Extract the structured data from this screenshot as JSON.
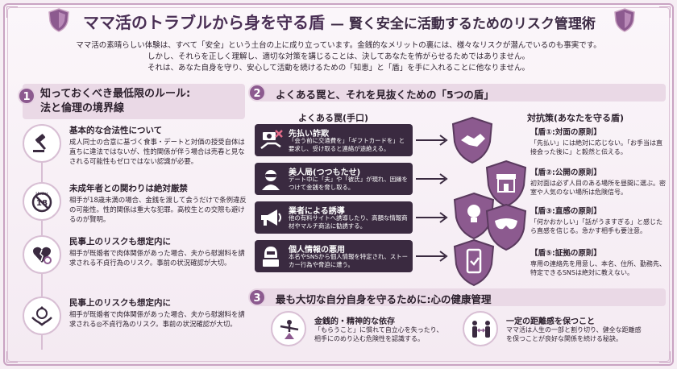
{
  "header": {
    "title": "ママ活のトラブルから身を守る盾",
    "subtitle": "— 賢く安全に活動するためのリスク管理術"
  },
  "intro": {
    "line1": "ママ活の素晴らしい体験は、すべて「安全」という土台の上に成り立っています。金銭的なメリットの裏には、様々なリスクが潜んでいるのも事実です。",
    "line2": "しかし、それらを正しく理解し、適切な対策を講じることは、決してあなたを怖がらせるためではありません。",
    "line3": "それは、あなた自身を守り、安心して活動を続けるための「知恵」と「盾」を手に入れることに他なりません。"
  },
  "section1": {
    "num": "1",
    "title_line1": "知っておくべき最低限のルール:",
    "title_line2": "法と倫理の境界線",
    "items": [
      {
        "icon": "gavel-icon",
        "title": "基本的な合法性について",
        "body": "成人同士の合意に基づく食事・デートと対価の授受自体は直ちに違法ではないが、性的関係が伴う場合は売春と見なされる可能性もゼロではない認識が必要。"
      },
      {
        "icon": "under18-icon",
        "icon_text": "Under",
        "icon_num": "18",
        "title": "未成年者との関わりは絶対厳禁",
        "body": "相手が18歳未満の場合、金銭を渡して会うだけで条例違反の可能性。性的関係は重大な犯罪。高校生との交際も避けるのが賢明。"
      },
      {
        "icon": "broken-heart-ring-icon",
        "title": "民事上のリスクも想定内に",
        "body": "相手が既婚者で肉体関係があった場合、夫から慰謝料を請求される不貞行為のリスク。事前の状況確認が大切。"
      },
      {
        "icon": "hands-ring-icon",
        "title": "民事上のリスクも想定内に",
        "body": "相手が既婚者で肉体関係があった場合、夫から慰謝料を請求される◎不貞行為のリスク。事前の状況確認が大切。"
      }
    ]
  },
  "section2": {
    "num": "2",
    "title": "よくある罠と、それを見抜くための「5つの盾」",
    "col_traps": "よくある罠(手口)",
    "col_defense": "対抗策(あなたを守る盾)",
    "traps": [
      {
        "icon": "money-hand-icon",
        "title": "先払い詐欺",
        "body": "「会う前に交通費を」「ギフトカードを」と要求し、受け取ると連絡が途絶える。"
      },
      {
        "icon": "masked-woman-icon",
        "title": "美人局(つつもたせ)",
        "body": "デート中に「夫」や「彼氏」が現れ、因縁をつけて金銭を脅し取る。"
      },
      {
        "icon": "megaphone-icon",
        "title": "業者による誘導",
        "body": "他の有料サイトへ誘導したり、高額な情報商材やマルチ商法に勧誘する。"
      },
      {
        "icon": "hacker-icon",
        "title": "個人情報の悪用",
        "body": "本名やSNSから個人情報を特定され、ストーカー行為や脅迫に遭う。"
      }
    ],
    "defenses": [
      {
        "icon": "handshake-shield-icon",
        "title": "【盾①:対面の原則】",
        "body": "「先払い」には絶対に応じない。「お手当は直接会った後に」と毅然と伝える。"
      },
      {
        "icon": "shop-shield-icon",
        "title": "【盾②:公開の原則】",
        "body": "初対面は必ず人目のある場所を昼間に選ぶ。密室や人気のない場所は危険信号。"
      },
      {
        "icon": "lightbulb-shield-icon",
        "title": "【盾③:直感の原則】",
        "body": "「何かおかしい」「話がうますぎる」と感じたら直感を信じる。急かす相手も要注意。"
      },
      {
        "icon": "mask-shield-icon",
        "title": "",
        "body": ""
      },
      {
        "icon": "phone-shield-icon",
        "title": "【盾⑤:証拠の原則】",
        "body": "専用の連絡先を用意し、本名、住所、勤務先、特定できるSNSは絶対に教えない。"
      }
    ]
  },
  "section3": {
    "num": "3",
    "title": "最も大切な自分自身を守るために:心の健康管理",
    "items": [
      {
        "icon": "balance-person-icon",
        "title": "金銭的・精神的な依存",
        "body1": "「もらうこと」に慣れて自立心を失ったり、",
        "body2": "相手にのめり込む危険性を認識する。"
      },
      {
        "icon": "distance-people-icon",
        "title": "一定の距離感を保つこと",
        "body1": "ママ活は人生の一部と割り切り、健全な距離感",
        "body2": "を保つことが良好な関係を続ける秘訣。"
      }
    ]
  },
  "colors": {
    "accent": "#8c5a8f",
    "dark": "#3a2a40",
    "panel": "#ead9e6"
  }
}
